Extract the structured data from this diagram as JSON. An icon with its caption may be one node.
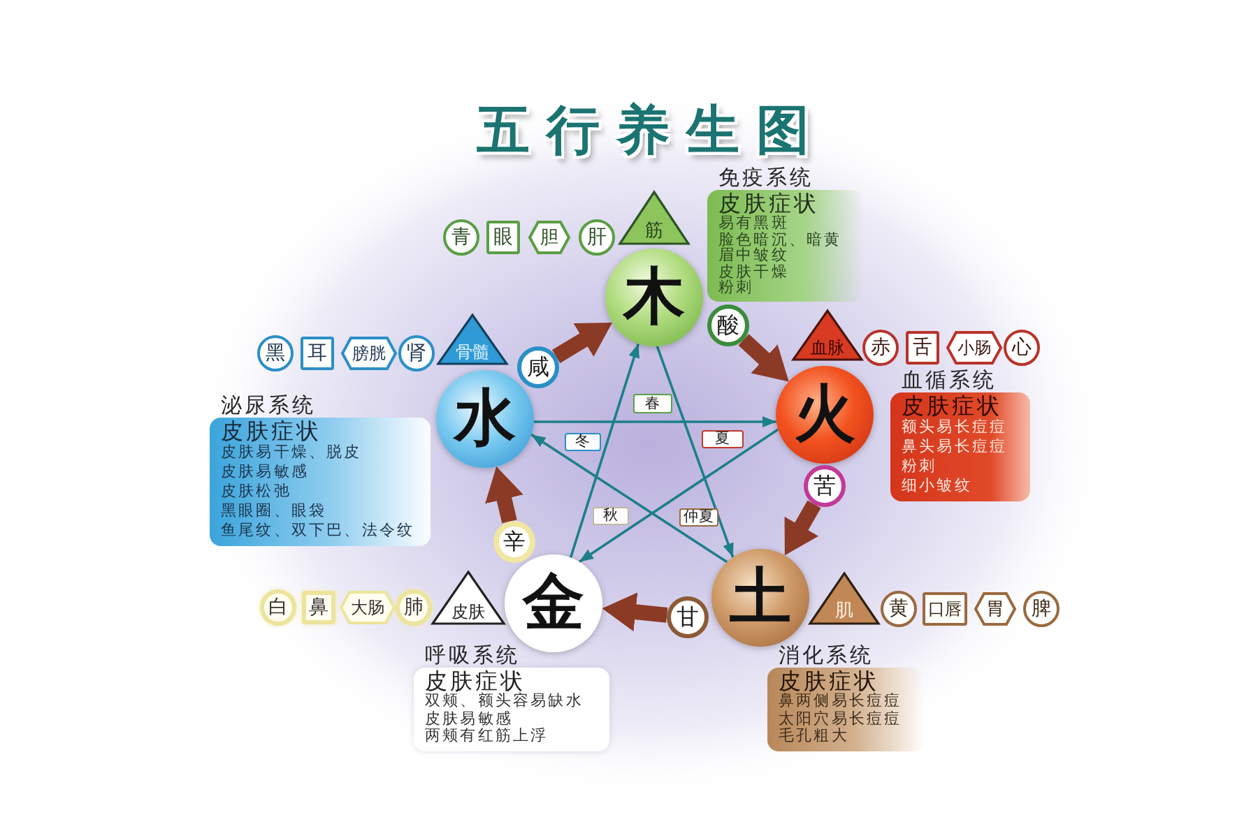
{
  "diagram": {
    "title": "五行养生图",
    "nodes": [
      {
        "text": [
          "木"
        ]
      },
      {
        "text": [
          "筋"
        ]
      },
      {
        "text": [
          "青"
        ]
      },
      {
        "text": [
          "眼"
        ]
      },
      {
        "text": [
          "胆"
        ]
      },
      {
        "text": [
          "肝"
        ]
      },
      {
        "text": [
          "酸"
        ]
      },
      {
        "text": [
          "春"
        ]
      },
      {
        "text": [
          "免疫系统",
          "皮肤症状",
          "易有黑斑",
          "脸色暗沉、暗黄",
          "眉中皱纹",
          "皮肤干燥",
          "粉刺"
        ]
      },
      {
        "text": [
          "火"
        ]
      },
      {
        "text": [
          "血脉"
        ]
      },
      {
        "text": [
          "赤"
        ]
      },
      {
        "text": [
          "舌"
        ]
      },
      {
        "text": [
          "小肠"
        ]
      },
      {
        "text": [
          "心"
        ]
      },
      {
        "text": [
          "苦"
        ]
      },
      {
        "text": [
          "夏"
        ]
      },
      {
        "text": [
          "血循系统",
          "皮肤症状",
          "额头易长痘痘",
          "鼻头易长痘痘",
          "粉刺",
          "细小皱纹"
        ]
      },
      {
        "text": [
          "土"
        ]
      },
      {
        "text": [
          "肌"
        ]
      },
      {
        "text": [
          "黄"
        ]
      },
      {
        "text": [
          "口唇"
        ]
      },
      {
        "text": [
          "胃"
        ]
      },
      {
        "text": [
          "脾"
        ]
      },
      {
        "text": [
          "甘"
        ]
      },
      {
        "text": [
          "仲夏"
        ]
      },
      {
        "text": [
          "消化系统",
          "皮肤症状",
          "鼻两侧易长痘痘",
          "太阳穴易长痘痘",
          "毛孔粗大"
        ]
      },
      {
        "text": [
          "金"
        ]
      },
      {
        "text": [
          "皮肤"
        ]
      },
      {
        "text": [
          "白"
        ]
      },
      {
        "text": [
          "鼻"
        ]
      },
      {
        "text": [
          "大肠"
        ]
      },
      {
        "text": [
          "肺"
        ]
      },
      {
        "text": [
          "辛"
        ]
      },
      {
        "text": [
          "秋"
        ]
      },
      {
        "text": [
          "呼吸系统",
          "皮肤症状",
          "双颊、额头容易缺水",
          "皮肤易敏感",
          "两颊有红筋上浮"
        ]
      },
      {
        "text": [
          "水"
        ]
      },
      {
        "text": [
          "骨髓"
        ]
      },
      {
        "text": [
          "黑"
        ]
      },
      {
        "text": [
          "耳"
        ]
      },
      {
        "text": [
          "膀胱"
        ]
      },
      {
        "text": [
          "肾"
        ]
      },
      {
        "text": [
          "咸"
        ]
      },
      {
        "text": [
          "冬"
        ]
      },
      {
        "text": [
          "泌尿系统",
          "皮肤症状",
          "皮肤易干燥、脱皮",
          "皮肤易敏感",
          "皮肤松弛",
          "黑眼圈、眼袋",
          "鱼尾纹、双下巴、法令纹"
        ]
      }
    ],
    "edges": [
      {
        "from": 6,
        "to": 9,
        "arrow": "to",
        "style": "thick",
        "color": "#8b3a26"
      },
      {
        "from": 15,
        "to": 18,
        "arrow": "to",
        "style": "thick",
        "color": "#8b3a26"
      },
      {
        "from": 24,
        "to": 27,
        "arrow": "to",
        "style": "thick",
        "color": "#8b3a26"
      },
      {
        "from": 33,
        "to": 36,
        "arrow": "to",
        "style": "thick",
        "color": "#8b3a26"
      },
      {
        "from": 42,
        "to": 0,
        "arrow": "to",
        "style": "thick",
        "color": "#8b3a26"
      },
      {
        "from": 36,
        "to": 9,
        "arrow": "to",
        "color": "#1d7f8a"
      },
      {
        "from": 9,
        "to": 27,
        "arrow": "to",
        "color": "#1d7f8a"
      },
      {
        "from": 27,
        "to": 0,
        "arrow": "to",
        "color": "#1d7f8a"
      },
      {
        "from": 0,
        "to": 18,
        "arrow": "to",
        "color": "#1d7f8a"
      },
      {
        "from": 18,
        "to": 36,
        "arrow": "to",
        "color": "#1d7f8a"
      }
    ]
  }
}
